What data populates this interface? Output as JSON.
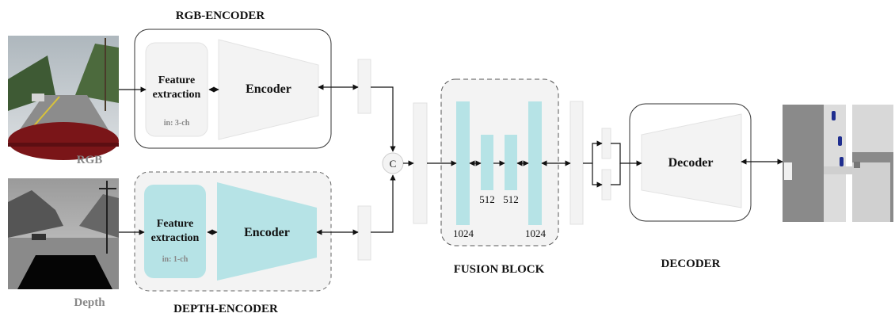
{
  "rgb_encoder": {
    "title": "RGB-ENCODER",
    "feature_label_1": "Feature",
    "feature_label_2": "extraction",
    "input_note": "in: 3-ch",
    "encoder_label": "Encoder"
  },
  "depth_encoder": {
    "title": "DEPTH-ENCODER",
    "feature_label_1": "Feature",
    "feature_label_2": "extraction",
    "input_note": "in: 1-ch",
    "encoder_label": "Encoder"
  },
  "inputs": {
    "rgb_label": "RGB",
    "depth_label": "Depth"
  },
  "concat_symbol": "C",
  "fusion_block": {
    "title": "FUSION BLOCK",
    "channels": [
      "1024",
      "512",
      "512",
      "1024"
    ]
  },
  "decoder": {
    "title": "DECODER",
    "decoder_label": "Decoder"
  },
  "colors": {
    "teal": "#b6e3e6",
    "panel_gray": "#f3f3f3",
    "label_gray": "#888888"
  }
}
